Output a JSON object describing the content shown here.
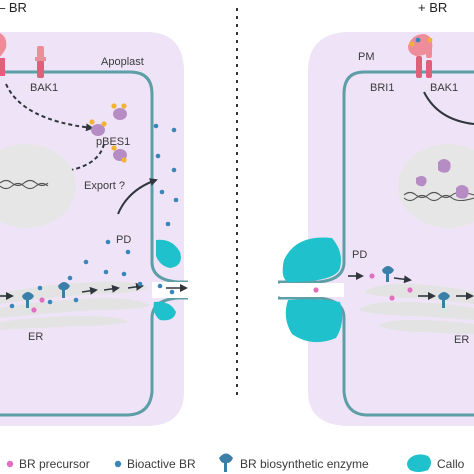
{
  "panels": {
    "left": {
      "condition": "– BR",
      "labels": {
        "apoplast": "Apoplast",
        "bak1": "BAK1",
        "pbes1": "pBES1",
        "export": "Export ?",
        "pd": "PD",
        "er": "ER"
      }
    },
    "right": {
      "condition": "+ BR",
      "labels": {
        "pm": "PM",
        "bri1": "BRI1",
        "bak1": "BAK1",
        "pd": "PD",
        "er": "ER"
      }
    }
  },
  "legend": {
    "items": [
      {
        "label": "BR precursor",
        "marker": "pink-dot"
      },
      {
        "label": "Bioactive BR",
        "marker": "blue-dot"
      },
      {
        "label": "BR biosynthetic enzyme",
        "marker": "enzyme-icon"
      },
      {
        "label": "Callo",
        "marker": "callose-icon"
      }
    ]
  },
  "colors": {
    "cell_wall": "#efe4f7",
    "membrane": "#5e9ea6",
    "callose": "#1fc1cc",
    "bioactive_br": "#3a86b8",
    "br_precursor": "#e26fc0",
    "enzyme": "#3b7fa8",
    "receptor": "#ef8c9a",
    "bes1": "#b68cc4",
    "phosphate": "#f2b233",
    "nucleus": "#e6e6e6",
    "er": "#e3e3e3",
    "arrow": "#30363d"
  }
}
